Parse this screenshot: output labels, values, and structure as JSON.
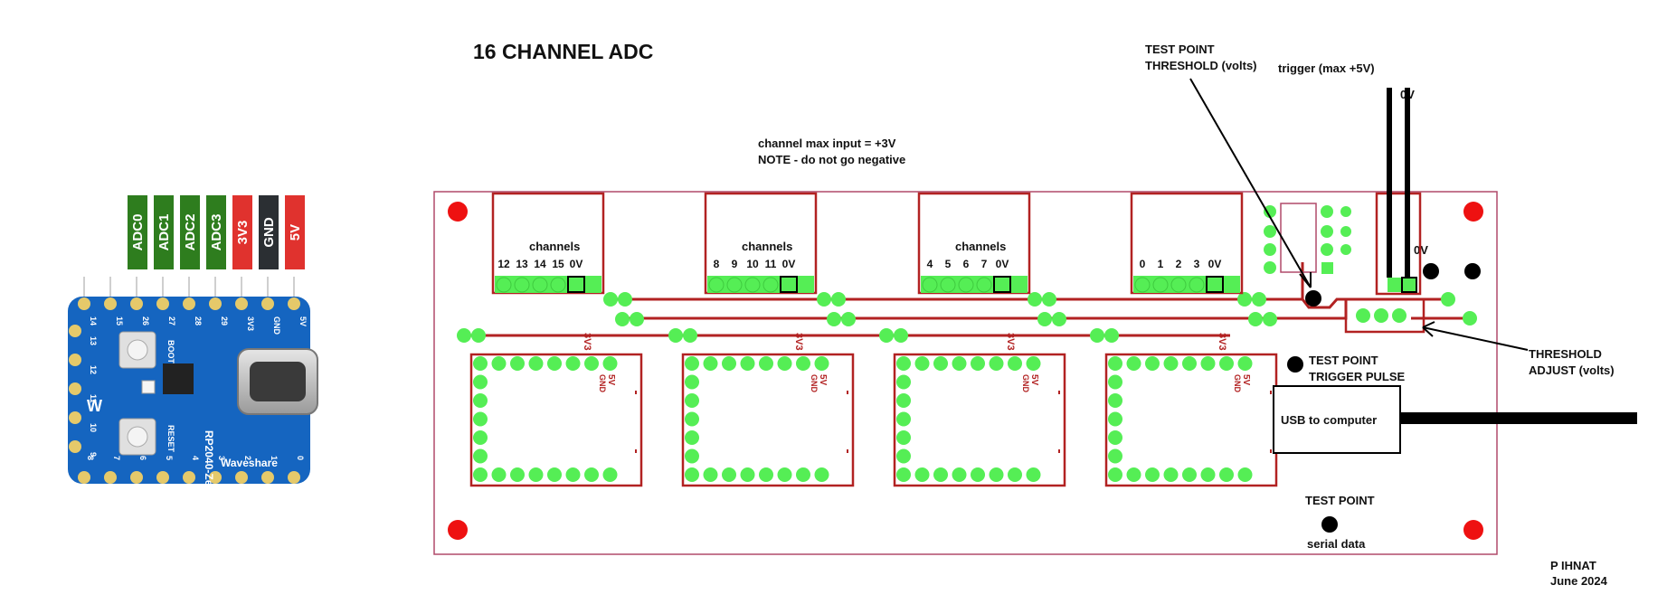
{
  "title": "16 CHANNEL ADC",
  "notes": {
    "line1": "channel max input = +3V",
    "line2": "NOTE - do not go negative"
  },
  "annotations": {
    "tp_threshold_1": "TEST POINT",
    "tp_threshold_2": "THRESHOLD (volts)",
    "trigger": "trigger (max +5V)",
    "zero_v_top": "0V",
    "zero_v_board": "0V",
    "tp_trigger_1": "TEST POINT",
    "tp_trigger_2": "TRIGGER PULSE",
    "threshold_adj_1": "THRESHOLD",
    "threshold_adj_2": "ADJUST (volts)",
    "usb": "USB to computer",
    "tp_serial_1": "TEST POINT",
    "tp_serial_2": "serial data",
    "author": "P IHNAT",
    "date": "June 2024"
  },
  "connectors": [
    {
      "label": "channels",
      "pins": [
        "12",
        "13",
        "14",
        "15",
        "0V"
      ]
    },
    {
      "label": "channels",
      "pins": [
        "8",
        "9",
        "10",
        "11",
        "0V"
      ]
    },
    {
      "label": "channels",
      "pins": [
        "4",
        "5",
        "6",
        "7",
        "0V"
      ]
    },
    {
      "label": "",
      "pins": [
        "0",
        "1",
        "2",
        "3",
        "0V"
      ]
    }
  ],
  "module_silk": {
    "v33": "3V3",
    "v5": "5V",
    "gnd": "GND"
  },
  "mcu_pins": [
    {
      "label": "ADC0",
      "color": "#2e7d1e"
    },
    {
      "label": "ADC1",
      "color": "#2e7d1e"
    },
    {
      "label": "ADC2",
      "color": "#2e7d1e"
    },
    {
      "label": "ADC3",
      "color": "#2e7d1e"
    },
    {
      "label": "3V3",
      "color": "#e0322e"
    },
    {
      "label": "GND",
      "color": "#2b2f33"
    },
    {
      "label": "5V",
      "color": "#e0322e"
    }
  ],
  "board_silk": {
    "name": "RP2040-Zero",
    "brand": "Waveshare",
    "boot": "BOOT",
    "reset": "RESET",
    "top_pins": [
      "14",
      "15",
      "26",
      "27",
      "28",
      "29",
      "3V3",
      "GND",
      "5V"
    ],
    "left_pins": [
      "13",
      "12",
      "11",
      "10",
      "9"
    ],
    "bottom_pins": [
      "8",
      "7",
      "6",
      "5",
      "4",
      "3",
      "2",
      "1",
      "0"
    ]
  },
  "colors": {
    "pcb_outline": "#b04a6a",
    "trace": "#b22222",
    "pad": "#55ee55",
    "mount_hole": "#ee1111",
    "board_blue": "#1565c0"
  }
}
